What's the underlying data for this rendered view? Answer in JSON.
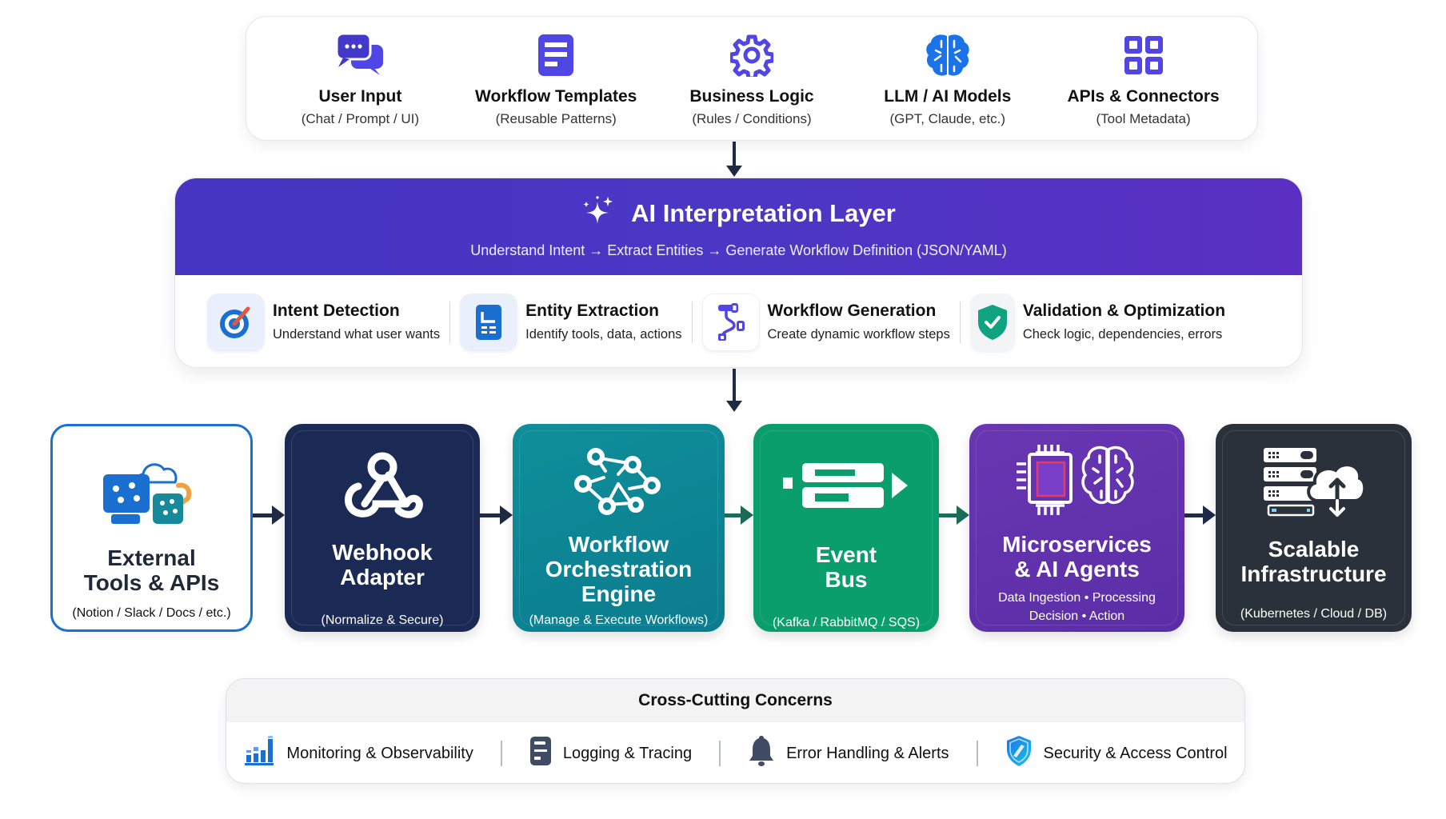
{
  "sources": [
    {
      "icon": "chat-bubbles-icon",
      "title": "User Input",
      "subtitle": "(Chat / Prompt / UI)"
    },
    {
      "icon": "document-template-icon",
      "title": "Workflow Templates",
      "subtitle": "(Reusable Patterns)"
    },
    {
      "icon": "gear-icon",
      "title": "Business Logic",
      "subtitle": "(Rules / Conditions)"
    },
    {
      "icon": "brain-icon",
      "title": "LLM / AI Models",
      "subtitle": "(GPT, Claude, etc.)"
    },
    {
      "icon": "grid-apps-icon",
      "title": "APIs & Connectors",
      "subtitle": "(Tool Metadata)"
    }
  ],
  "ai_layer": {
    "icon": "sparkles-icon",
    "title": "AI Interpretation Layer",
    "subtitle": "Understand Intent → Extract Entities → Generate Workflow Definition (JSON/YAML)",
    "steps": [
      {
        "icon": "target-icon",
        "title": "Intent Detection",
        "subtitle": "Understand what user wants"
      },
      {
        "icon": "document-list-icon",
        "title": "Entity Extraction",
        "subtitle": "Identify tools, data, actions"
      },
      {
        "icon": "workflow-branch-icon",
        "title": "Workflow Generation",
        "subtitle": "Create dynamic workflow steps"
      },
      {
        "icon": "shield-check-icon",
        "title": "Validation & Optimization",
        "subtitle": "Check logic, dependencies, errors"
      }
    ]
  },
  "pipeline": [
    {
      "icon": "apps-cloud-icon",
      "title_lines": [
        "External",
        "Tools & APIs"
      ],
      "subtitle": "(Notion / Slack / Docs / etc.)",
      "color": "#ffffff",
      "border": "#1a6fd1"
    },
    {
      "icon": "webhook-icon",
      "title_lines": [
        "Webhook",
        "Adapter"
      ],
      "subtitle": "(Normalize & Secure)",
      "color": "#1b2a55"
    },
    {
      "icon": "network-graph-icon",
      "title_lines": [
        "Workflow",
        "Orchestration",
        "Engine"
      ],
      "subtitle": "(Manage & Execute Workflows)",
      "color": "#0b8593"
    },
    {
      "icon": "event-queue-icon",
      "title_lines": [
        "Event",
        "Bus"
      ],
      "subtitle": "(Kafka / RabbitMQ / SQS)",
      "color": "#0a9e6c"
    },
    {
      "icon": "chip-brain-icon",
      "title_lines": [
        "Microservices",
        "& AI Agents"
      ],
      "subtitle_lines": [
        "Data Ingestion • Processing",
        "Decision • Action"
      ],
      "color": "#6033ad"
    },
    {
      "icon": "server-cloud-icon",
      "title_lines": [
        "Scalable",
        "Infrastructure"
      ],
      "subtitle": "(Kubernetes / Cloud / DB)",
      "color": "#2b313b"
    }
  ],
  "cross_cutting": {
    "title": "Cross-Cutting Concerns",
    "items": [
      {
        "icon": "bar-chart-icon",
        "label": "Monitoring & Observability"
      },
      {
        "icon": "log-document-icon",
        "label": "Logging & Tracing"
      },
      {
        "icon": "bell-icon",
        "label": "Error Handling & Alerts"
      },
      {
        "icon": "shield-icon",
        "label": "Security & Access Control"
      }
    ]
  }
}
